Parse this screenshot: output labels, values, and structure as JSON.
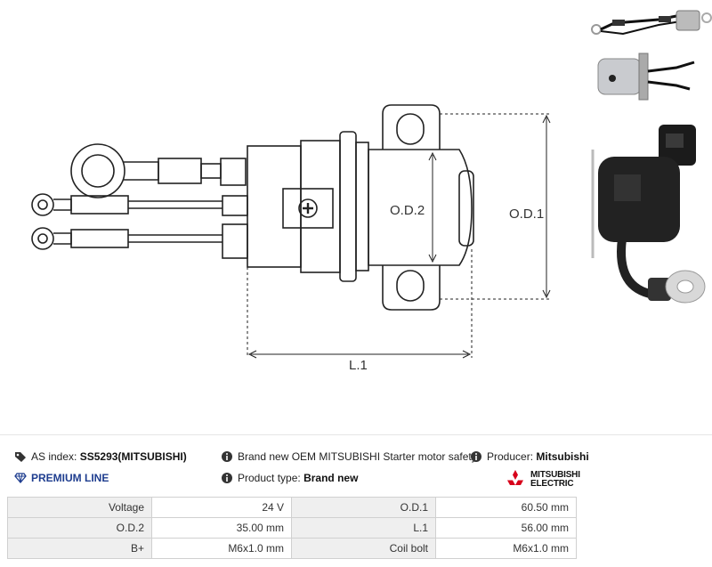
{
  "diagram": {
    "labels": {
      "od2": "O.D.2",
      "od1": "O.D.1",
      "l1": "L.1"
    }
  },
  "info": {
    "as_index_label": "AS index:",
    "as_index_value": "SS5293(MITSUBISHI)",
    "premium": "PREMIUM LINE",
    "description": "Brand new OEM MITSUBISHI Starter motor safety switch",
    "product_type_label": "Product type:",
    "product_type_value": "Brand new",
    "producer_label": "Producer:",
    "producer_value": "Mitsubishi",
    "brand_line1": "MITSUBISHI",
    "brand_line2": "ELECTRIC"
  },
  "specs": [
    {
      "l1": "Voltage",
      "v1": "24 V",
      "l2": "O.D.1",
      "v2": "60.50 mm"
    },
    {
      "l1": "O.D.2",
      "v1": "35.00 mm",
      "l2": "L.1",
      "v2": "56.00 mm"
    },
    {
      "l1": "B+",
      "v1": "M6x1.0 mm",
      "l2": "Coil bolt",
      "v2": "M6x1.0 mm"
    }
  ],
  "colors": {
    "line": "#222222",
    "premium": "#1e3d8f",
    "brand_red": "#d7001a"
  }
}
